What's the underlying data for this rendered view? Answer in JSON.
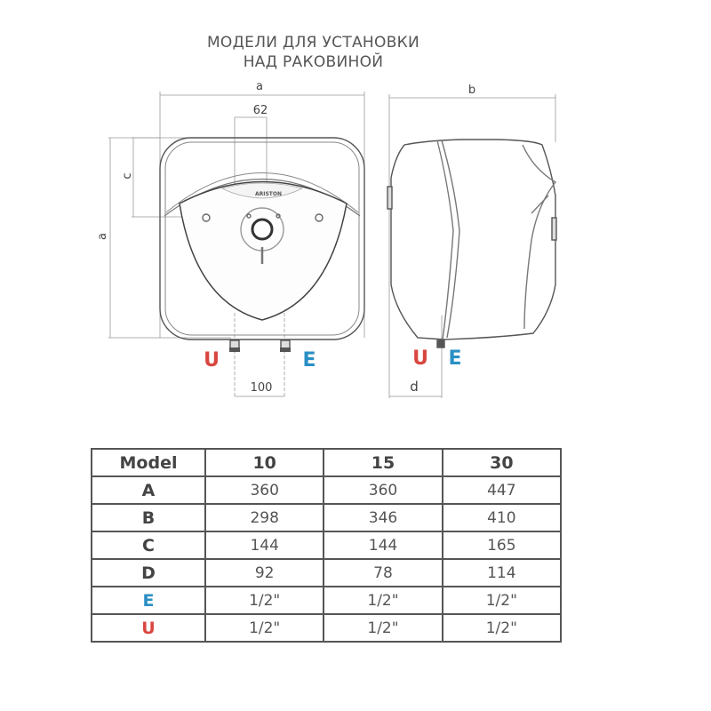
{
  "title": {
    "line1": "МОДЕЛИ ДЛЯ УСТАНОВКИ",
    "line2": "НАД РАКОВИНОЙ"
  },
  "front_view": {
    "width_label": "a",
    "height_label": "a",
    "c_label": "c",
    "spacing_top": "62",
    "spacing_bottom": "100",
    "brand": "ARISTON",
    "outlet_left": "U",
    "outlet_right": "E"
  },
  "side_view": {
    "depth_label": "b",
    "d_label": "d",
    "outlet_left": "U",
    "outlet_right": "E"
  },
  "colors": {
    "u_red": "#d9463f",
    "e_blue": "#2a8fc4",
    "line": "#555555"
  },
  "table": {
    "header": [
      "Model",
      "10",
      "15",
      "30"
    ],
    "rows": [
      {
        "label": "A",
        "values": [
          "360",
          "360",
          "447"
        ]
      },
      {
        "label": "B",
        "values": [
          "298",
          "346",
          "410"
        ]
      },
      {
        "label": "C",
        "values": [
          "144",
          "144",
          "165"
        ]
      },
      {
        "label": "D",
        "values": [
          "92",
          "78",
          "114"
        ]
      },
      {
        "label": "E",
        "values": [
          "1/2\"",
          "1/2\"",
          "1/2\""
        ]
      },
      {
        "label": "U",
        "values": [
          "1/2\"",
          "1/2\"",
          "1/2\""
        ]
      }
    ]
  }
}
